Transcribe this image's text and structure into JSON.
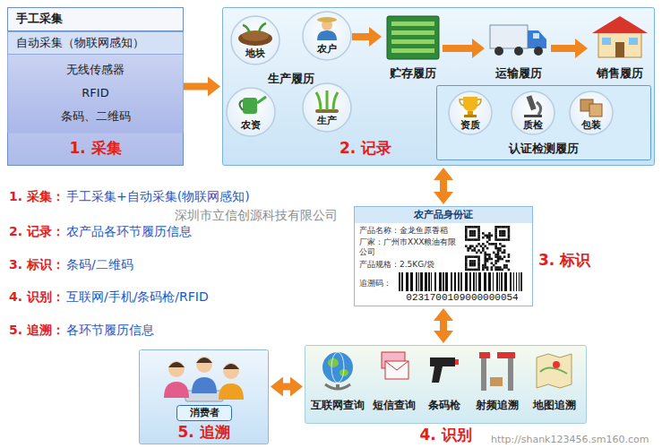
{
  "diagram": {
    "nodes": [
      {
        "text": [
          "1. 采集"
        ]
      },
      {
        "text": [
          "手工采集"
        ],
        "in": 0
      },
      {
        "text": [
          "自动采集（物联网感知）"
        ],
        "in": 0
      },
      {
        "text": [
          "无线传感器",
          "RFID",
          "条码、二维码"
        ],
        "in": 0
      },
      {
        "text": [
          "2. 记录"
        ]
      },
      {
        "text": [
          "地块"
        ],
        "in": 4
      },
      {
        "text": [
          "农户"
        ],
        "in": 4
      },
      {
        "text": [
          "农资"
        ],
        "in": 4
      },
      {
        "text": [
          "生产"
        ],
        "in": 4
      },
      {
        "text": [
          "贮存履历"
        ],
        "in": 4
      },
      {
        "text": [
          "运输履历"
        ],
        "in": 4
      },
      {
        "text": [
          "销售履历"
        ],
        "in": 4
      },
      {
        "text": [
          "认证检测履历"
        ],
        "in": 4
      },
      {
        "text": [
          "资质"
        ],
        "in": 12
      },
      {
        "text": [
          "质检"
        ],
        "in": 12
      },
      {
        "text": [
          "包装"
        ],
        "in": 12
      },
      {
        "text": [
          "农产品身份证",
          "产品名称：金龙鱼原香稻",
          "厂家：广州市XXX粮油有限公司",
          "产品规格：2.5KG/袋",
          "追溯码：",
          "0231700109000000054",
          "3. 标识"
        ]
      },
      {
        "text": [
          "5. 追溯"
        ]
      },
      {
        "text": [
          "消费者"
        ],
        "in": 17
      },
      {
        "text": [
          "4. 识别"
        ]
      },
      {
        "text": [
          "互联网查询"
        ],
        "in": 19
      },
      {
        "text": [
          "短信查询"
        ],
        "in": 19
      },
      {
        "text": [
          "条码枪"
        ],
        "in": 19
      },
      {
        "text": [
          "射频追溯"
        ],
        "in": 19
      },
      {
        "text": [
          "地图追溯"
        ],
        "in": 19
      }
    ],
    "edges": [
      {
        "from": 0,
        "to": 4,
        "arrow": "to"
      },
      {
        "from": 6,
        "to": 9,
        "arrow": "to"
      },
      {
        "from": 9,
        "to": 10,
        "arrow": "to"
      },
      {
        "from": 10,
        "to": 11,
        "arrow": "to"
      },
      {
        "from": 4,
        "to": 16,
        "arrow": "both"
      },
      {
        "from": 16,
        "to": 19,
        "arrow": "both"
      },
      {
        "from": 17,
        "to": 19,
        "arrow": "both"
      }
    ],
    "labels": [
      "生产履历",
      "1. 采集：",
      "手工采集+自动采集(物联网感知)",
      "2. 记录：",
      "农产品各环节履历信息",
      "3. 标识：",
      "条码/二维码",
      "4. 识别：",
      "互联网/手机/条码枪/RFID",
      "5. 追溯：",
      "各环节履历信息",
      "深圳市立信创源科技有限公司",
      "http://shank123456.sm160.com"
    ]
  }
}
